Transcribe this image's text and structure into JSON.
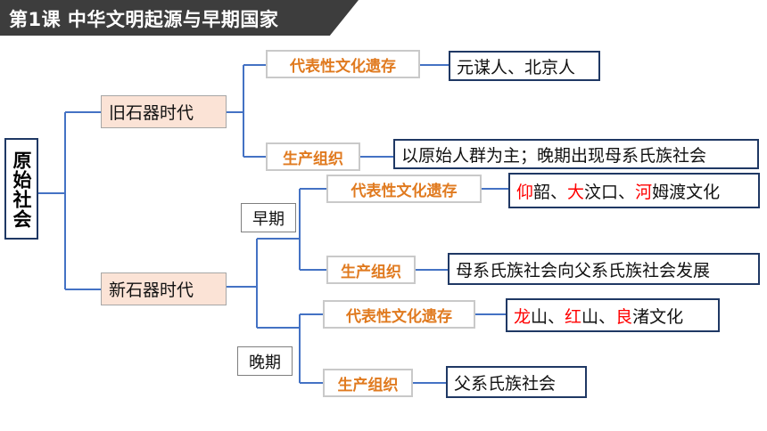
{
  "title": "第1课  中华文明起源与早期国家",
  "root": {
    "label": "原始社会"
  },
  "colors": {
    "line": "#4472c4",
    "era_fill": "#fbe3d6",
    "category_text": "#e07a1f",
    "highlight": "#ff0000",
    "title_bar": "#3d3d3d"
  },
  "old_stone_age": {
    "label": "旧石器时代",
    "heritage": {
      "label": "代表性文化遗存",
      "value": "元谋人、北京人"
    },
    "organization": {
      "label": "生产组织",
      "value": "以原始人群为主；晚期出现母系氏族社会"
    }
  },
  "new_stone_age": {
    "label": "新石器时代",
    "early": {
      "label": "早期",
      "heritage": {
        "label": "代表性文化遗存",
        "parts": [
          "仰",
          "韶、",
          "大",
          "汶口、",
          "河",
          "姆渡文化"
        ]
      },
      "organization": {
        "label": "生产组织",
        "value": "母系氏族社会向父系氏族社会发展"
      }
    },
    "late": {
      "label": "晚期",
      "heritage": {
        "label": "代表性文化遗存",
        "parts": [
          "龙",
          "山、",
          "红",
          "山、",
          "良",
          "渚文化"
        ]
      },
      "organization": {
        "label": "生产组织",
        "value": "父系氏族社会"
      }
    }
  }
}
